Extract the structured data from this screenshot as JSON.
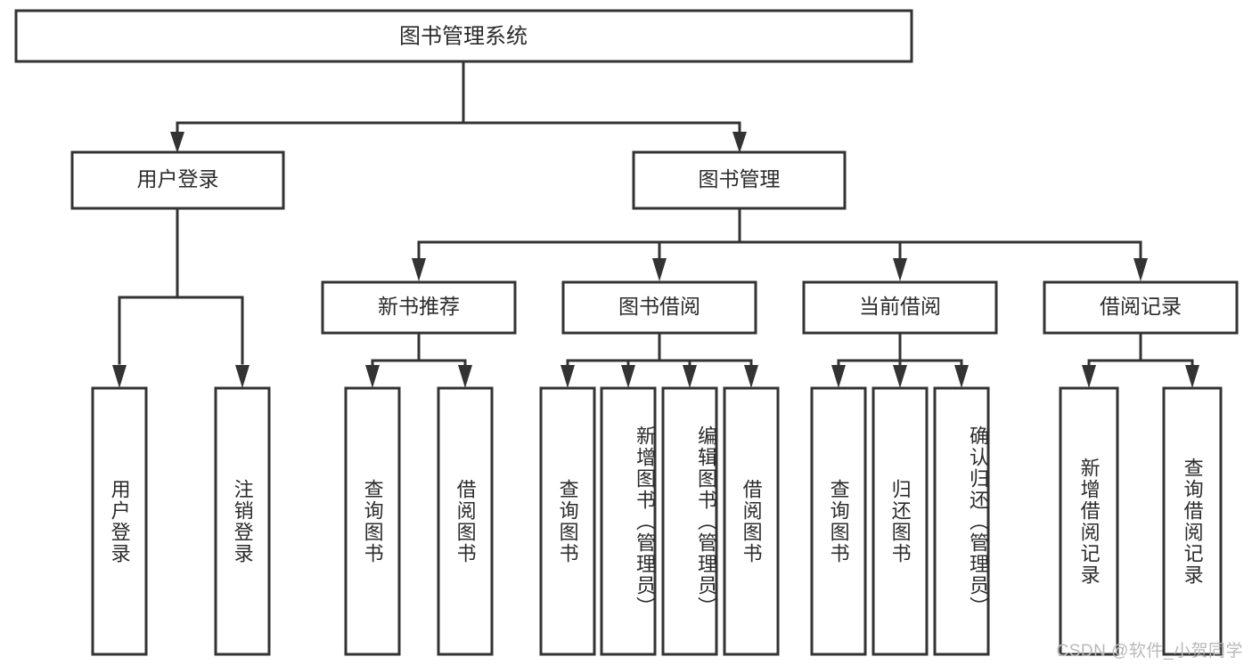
{
  "diagram": {
    "type": "tree-hierarchy-chart",
    "title": "图书管理系统",
    "watermark": "CSDN @软件_小贺同学",
    "colors": {
      "stroke": "#333333",
      "fill": "#ffffff",
      "text": "#2b2b2b",
      "watermark": "#b9b9b9"
    },
    "root": {
      "label": "图书管理系统"
    },
    "level1": [
      {
        "label": "用户登录"
      },
      {
        "label": "图书管理"
      }
    ],
    "level2": [
      {
        "label": "新书推荐"
      },
      {
        "label": "图书借阅"
      },
      {
        "label": "当前借阅"
      },
      {
        "label": "借阅记录"
      }
    ],
    "leaves": {
      "user_login": [
        {
          "label": "用户登录"
        },
        {
          "label": "注销登录"
        }
      ],
      "new_book_recommend": [
        {
          "label": "查询图书"
        },
        {
          "label": "借阅图书"
        }
      ],
      "book_borrow": [
        {
          "label": "查询图书"
        },
        {
          "label": "新增图书（管理员）"
        },
        {
          "label": "编辑图书（管理员）"
        },
        {
          "label": "借阅图书"
        }
      ],
      "current_borrow": [
        {
          "label": "查询图书"
        },
        {
          "label": "归还图书"
        },
        {
          "label": "确认归还（管理员）"
        }
      ],
      "borrow_record": [
        {
          "label": "新增借阅记录"
        },
        {
          "label": "查询借阅记录"
        }
      ]
    }
  }
}
